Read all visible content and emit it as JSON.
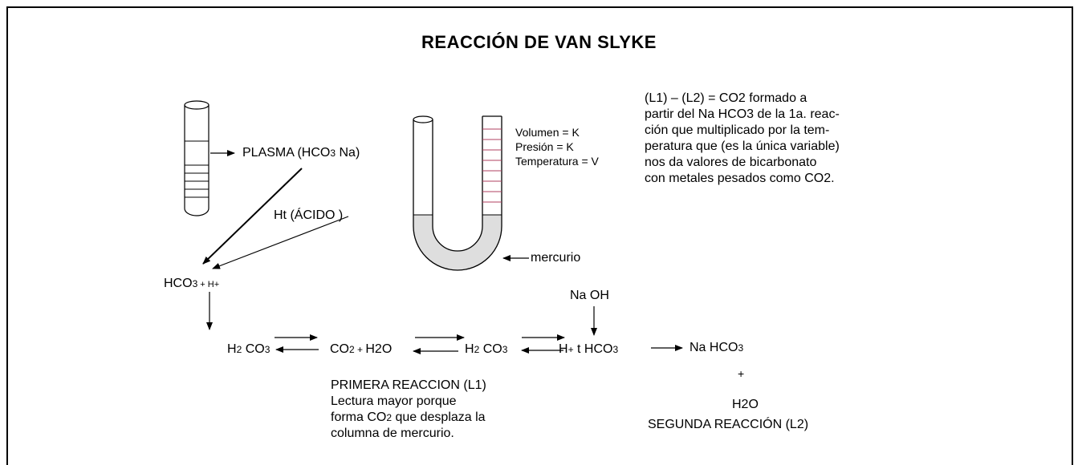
{
  "title": "REACCIÓN DE VAN SLYKE",
  "plasma": {
    "prefix": "PLASMA (HCO",
    "sub": "3",
    "suffix": " Na)"
  },
  "acid": "Ht (ÁCIDO )",
  "left_bicarb": {
    "main": "HCO",
    "sub": "3",
    "extra": " + H+"
  },
  "conditions": [
    "Volumen = K",
    "Presión = K",
    "Temperatura = V"
  ],
  "mercury": "mercurio",
  "note_lines": [
    "(L1) – (L2) = CO2 formado a",
    "partir del Na HCO3 de la 1a. reac-",
    "ción que multiplicado por la tem-",
    "peratura que (es la única variable)",
    "nos da valores de bicarbonato",
    "con metales pesados como CO2."
  ],
  "naoh": "Na OH",
  "chain": {
    "h2co3_a": {
      "p1": "H",
      "s1": "2",
      "p2": " CO",
      "s2": "3"
    },
    "co2_h2o": {
      "p1": "CO",
      "s1": "2",
      "p2": " + ",
      "p3": "H2O"
    },
    "h2co3_b": {
      "p1": "H",
      "s1": "2",
      "p2": " CO",
      "s2": "3"
    },
    "h_hco3": {
      "p1": "H",
      "s1": "+",
      "p2": " t HCO",
      "s2": "3"
    },
    "nahco3": {
      "p1": "Na  HCO",
      "s1": "3"
    }
  },
  "plus": "+",
  "h2o": "H2O",
  "second_reaction": "SEGUNDA REACCIÓN (L2)",
  "first_reaction": {
    "title": "PRIMERA REACCION (L1)",
    "line1": "Lectura mayor porque",
    "line2a": "forma CO",
    "line2sub": "2",
    "line2b": " que desplaza la",
    "line3": "columna de mercurio."
  }
}
